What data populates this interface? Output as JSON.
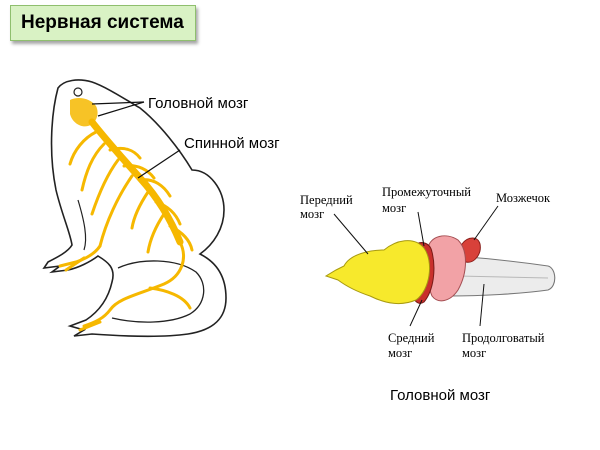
{
  "title": "Нервная система",
  "frog_labels": {
    "brain": "Головной мозг",
    "spinal_cord": "Спинной мозг"
  },
  "brain_labels": {
    "forebrain": [
      "Передний",
      "мозг"
    ],
    "diencephalon": [
      "Промежуточный",
      "мозг"
    ],
    "cerebellum": "Мозжечок",
    "midbrain": [
      "Средний",
      "мозг"
    ],
    "medulla": [
      "Продолговатый",
      "мозг"
    ]
  },
  "brain_caption": "Головной мозг",
  "colors": {
    "title_bg": "#d9f2c4",
    "nerve_yellow": "#f6b800",
    "forebrain_yellow": "#f7e92c",
    "diencephalon_red": "#c9302c",
    "midbrain_pink": "#f2a2a6",
    "cerebellum_red": "#d8413a"
  }
}
